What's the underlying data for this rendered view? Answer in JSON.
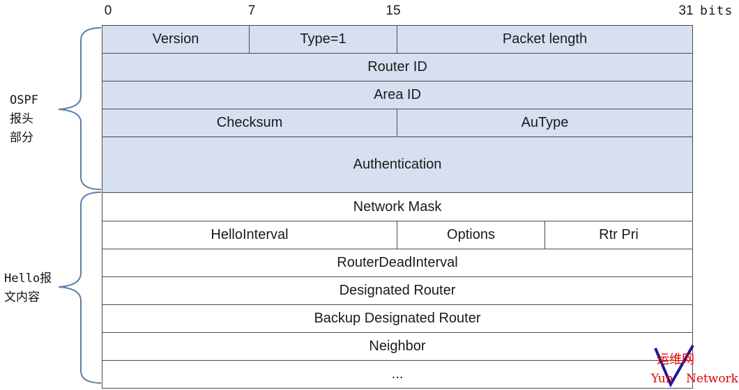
{
  "bit_labels": {
    "b0": "0",
    "b7": "7",
    "b15": "15",
    "b31": "31",
    "unit": "bits"
  },
  "rows": [
    {
      "cells": [
        {
          "text": "Version",
          "span": 8
        },
        {
          "text": "Type=1",
          "span": 8
        },
        {
          "text": "Packet length",
          "span": 16
        }
      ]
    },
    {
      "cells": [
        {
          "text": "Router ID",
          "span": 32
        }
      ]
    },
    {
      "cells": [
        {
          "text": "Area ID",
          "span": 32
        }
      ]
    },
    {
      "cells": [
        {
          "text": "Checksum",
          "span": 16
        },
        {
          "text": "AuType",
          "span": 16
        }
      ]
    },
    {
      "cells": [
        {
          "text": "Authentication",
          "span": 32
        }
      ]
    },
    {
      "cells": [
        {
          "text": "Network Mask",
          "span": 32
        }
      ]
    },
    {
      "cells": [
        {
          "text": "HelloInterval",
          "span": 16
        },
        {
          "text": "Options",
          "span": 8
        },
        {
          "text": "Rtr Pri",
          "span": 8
        }
      ]
    },
    {
      "cells": [
        {
          "text": "RouterDeadInterval",
          "span": 32
        }
      ]
    },
    {
      "cells": [
        {
          "text": "Designated Router",
          "span": 32
        }
      ]
    },
    {
      "cells": [
        {
          "text": "Backup Designated Router",
          "span": 32
        }
      ]
    },
    {
      "cells": [
        {
          "text": "Neighbor",
          "span": 32
        }
      ]
    },
    {
      "cells": [
        {
          "text": "...",
          "span": 32
        }
      ]
    }
  ],
  "sections": {
    "header": {
      "label": "OSPF\n报头\n部分",
      "fill": "#d6e0f1"
    },
    "body": {
      "label": "Hello报\n文内容",
      "fill": "#ffffff"
    }
  },
  "watermark": {
    "cn": "运维网",
    "en_left": "Yun",
    "en_right": "Network",
    "letter": "V"
  },
  "colors": {
    "brace": "#5b7fa6",
    "border": "#4a4a4a",
    "watermark": "#e00000"
  }
}
